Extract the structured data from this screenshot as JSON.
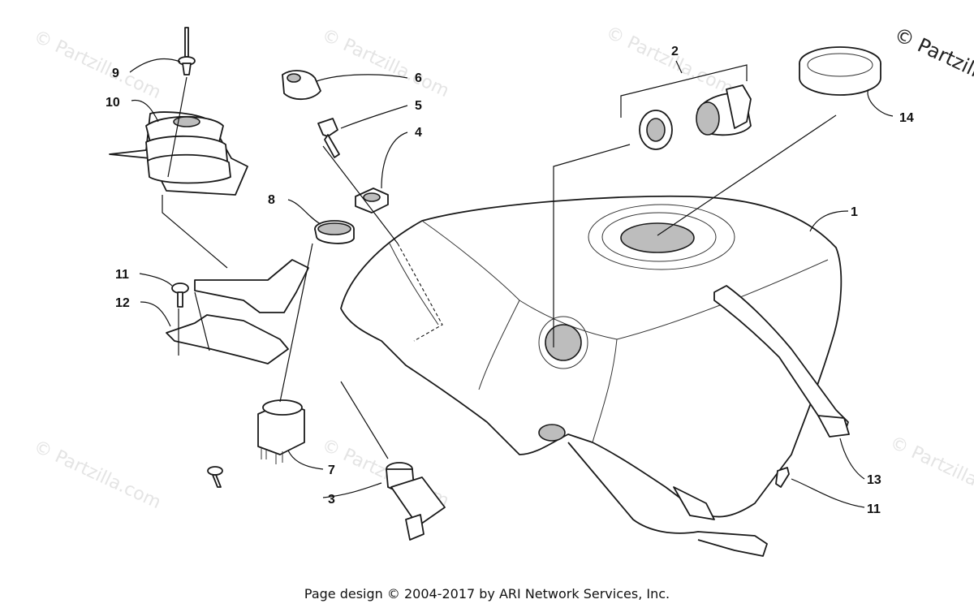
{
  "watermark": {
    "text": "© Partzilla.com",
    "corner_text": "© Partzilla"
  },
  "callouts": [
    "1",
    "2",
    "3",
    "4",
    "5",
    "6",
    "7",
    "8",
    "9",
    "10",
    "11",
    "11",
    "12",
    "13",
    "14"
  ],
  "footer": "Page design © 2004-2017 by ARI Network Services, Inc."
}
